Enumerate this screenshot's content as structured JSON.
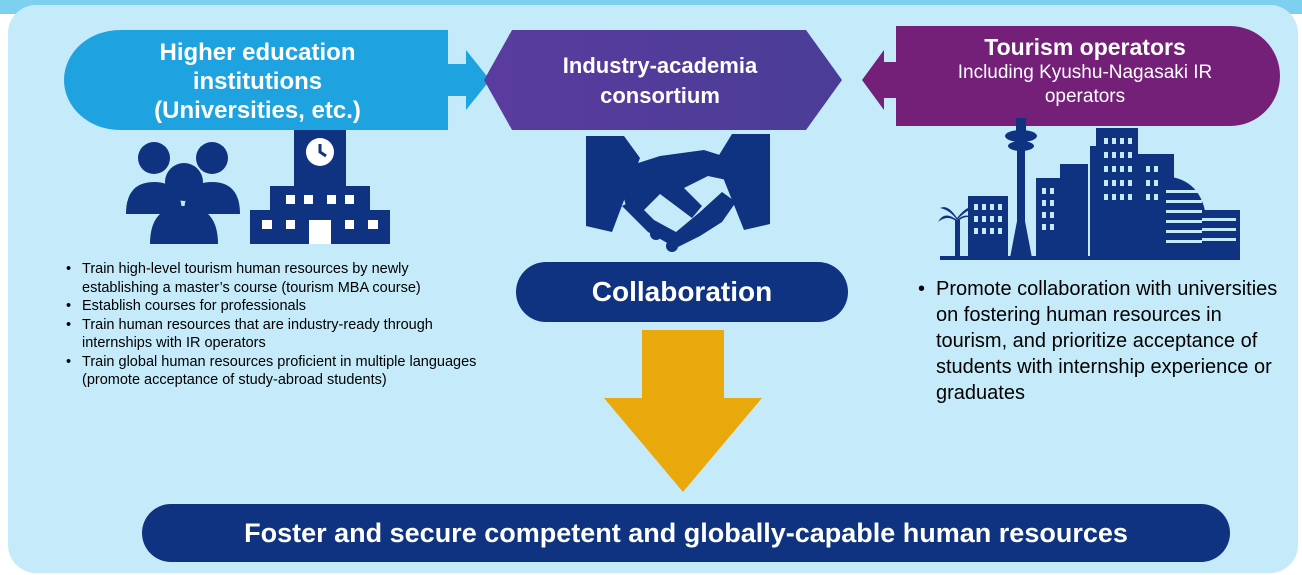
{
  "higher_education": {
    "title": "Higher education\ninstitutions\n(Universities, etc.)",
    "bullets": [
      "Train high-level tourism human resources by newly establishing a master’s course (tourism MBA course)",
      "Establish courses for professionals",
      "Train human resources that are industry-ready through internships with IR operators",
      "Train global human resources proficient in multiple languages (promote acceptance of study-abroad students)"
    ]
  },
  "consortium": {
    "title": "Industry-academia\nconsortium"
  },
  "tourism_operators": {
    "title": "Tourism operators",
    "subtitle": "Including Kyushu-Nagasaki IR\noperators",
    "bullets": [
      "Promote collaboration with universities on fostering human resources in tourism, and prioritize acceptance of students with internship experience or graduates"
    ]
  },
  "collaboration_label": "Collaboration",
  "outcome_label": "Foster and secure competent and globally-capable human resources",
  "icons": [
    "people-icon",
    "university-building-icon",
    "handshake-icon",
    "city-skyline-icon",
    "down-arrow-icon",
    "right-arrow-icon",
    "left-arrow-icon"
  ],
  "colors": {
    "background": "#c5ebfb",
    "higher_education": "#1fa3e0",
    "consortium": "#553a9a",
    "tourism": "#741f78",
    "navy": "#0f3281",
    "arrow": "#e9a90c"
  }
}
